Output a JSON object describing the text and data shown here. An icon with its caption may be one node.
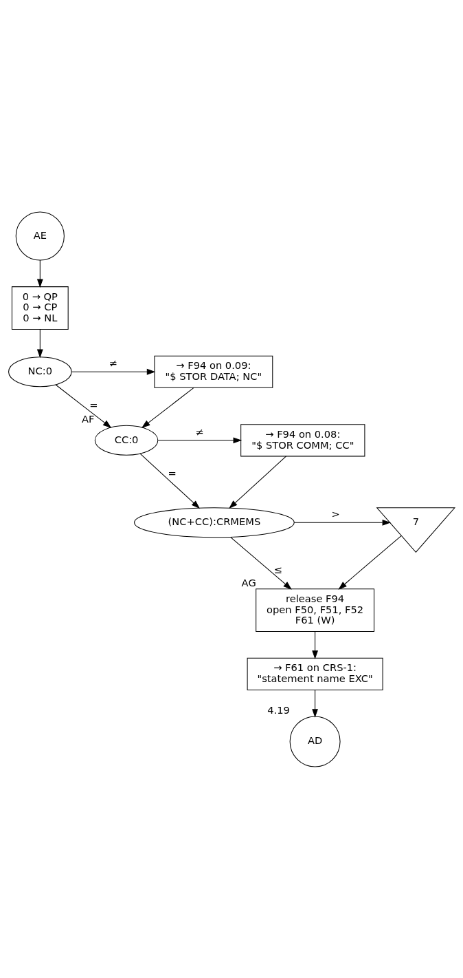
{
  "diagram": {
    "nodes": [
      {
        "text": [
          "AE"
        ]
      },
      {
        "text": [
          "0 → QP",
          "0 → CP",
          "0 → NL"
        ]
      },
      {
        "text": [
          "NC:0"
        ]
      },
      {
        "text": [
          "→ F94 on 0.09:",
          "\"$ STOR DATA; NC\""
        ]
      },
      {
        "text": [
          "CC:0"
        ],
        "beside": [
          "AF"
        ]
      },
      {
        "text": [
          "→ F94 on 0.08:",
          "\"$ STOR COMM; CC\""
        ]
      },
      {
        "text": [
          "(NC+CC):CRMEMS"
        ]
      },
      {
        "text": [
          "7"
        ]
      },
      {
        "text": [
          "release F94",
          "open F50, F51, F52",
          "F61 (W)"
        ],
        "beside": [
          "AG"
        ]
      },
      {
        "text": [
          "→ F61 on CRS-1:",
          "\"statement name EXC\""
        ]
      },
      {
        "text": [
          "AD"
        ],
        "beside": [
          "4.19"
        ]
      }
    ],
    "edges": [
      {
        "from": 0,
        "to": 1,
        "arrow": "to"
      },
      {
        "from": 1,
        "to": 2,
        "arrow": "to"
      },
      {
        "from": 2,
        "to": 3,
        "arrow": "to",
        "label": "≠"
      },
      {
        "from": 2,
        "to": 4,
        "arrow": "to",
        "label": "="
      },
      {
        "from": 3,
        "to": 4,
        "arrow": "to"
      },
      {
        "from": 4,
        "to": 5,
        "arrow": "to",
        "label": "≠"
      },
      {
        "from": 4,
        "to": 6,
        "arrow": "to",
        "label": "="
      },
      {
        "from": 5,
        "to": 6,
        "arrow": "to"
      },
      {
        "from": 6,
        "to": 7,
        "arrow": "to",
        "label": ">"
      },
      {
        "from": 6,
        "to": 8,
        "arrow": "to",
        "label": "≤"
      },
      {
        "from": 7,
        "to": 8,
        "arrow": "to"
      },
      {
        "from": 8,
        "to": 9,
        "arrow": "to"
      },
      {
        "from": 9,
        "to": 10,
        "arrow": "to"
      }
    ]
  }
}
